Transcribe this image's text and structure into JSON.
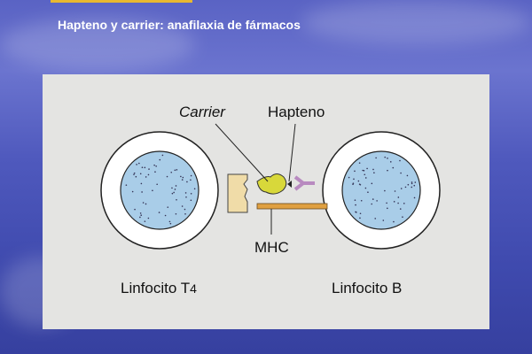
{
  "slide": {
    "title": "Hapteno y carrier: anafilaxia de fármacos"
  },
  "diagram": {
    "labels": {
      "carrier": "Carrier",
      "hapten": "Hapteno",
      "mhc": "MHC",
      "t_cell": "Linfocito T",
      "t_cell_sub": "4",
      "b_cell": "Linfocito B"
    },
    "colors": {
      "nucleus": "#a9cde8",
      "carrier": "#d8d83a",
      "hapten": "#b88ac0",
      "mhc": "#e0a040",
      "tcr": "#f0dca8"
    }
  }
}
